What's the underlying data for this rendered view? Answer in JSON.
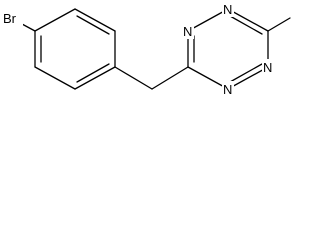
{
  "molecule": {
    "atoms": {
      "bromine": "Br",
      "n1": "N",
      "n2": "N",
      "n3": "N",
      "n4": "N"
    },
    "colors": {
      "bond": "#000000",
      "label": "#000000",
      "background": "#ffffff"
    }
  }
}
